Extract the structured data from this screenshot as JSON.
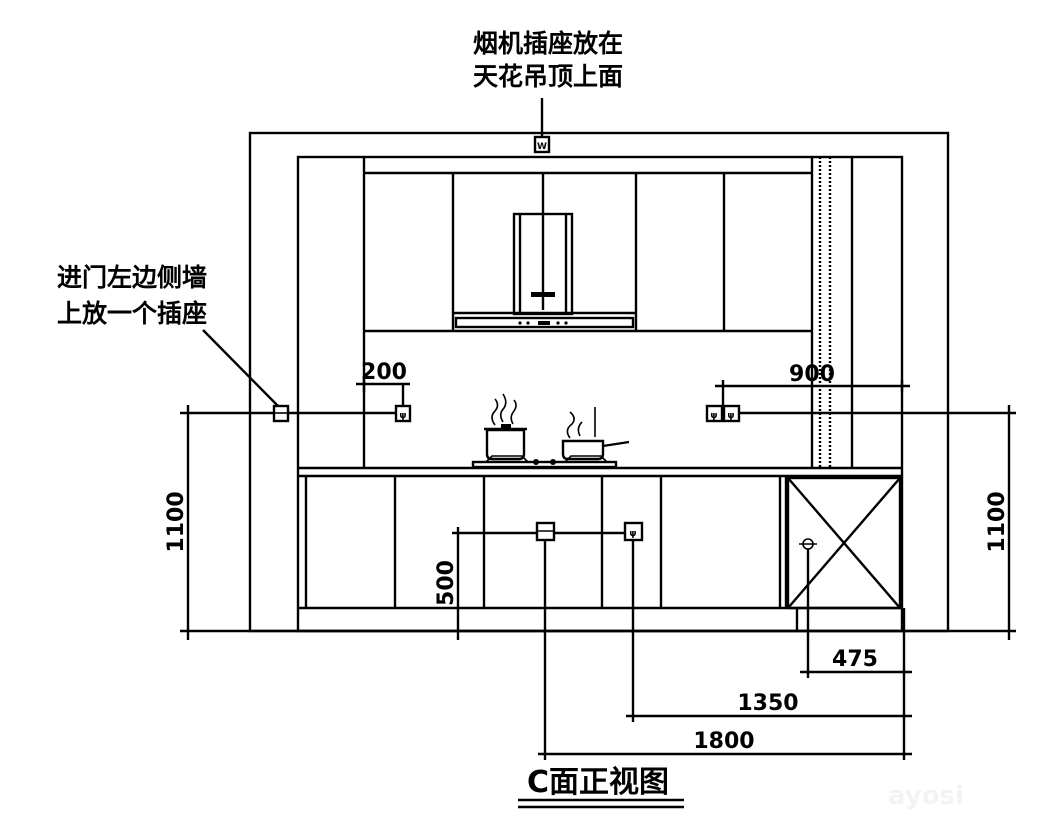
{
  "drawing": {
    "title": "C面正视图",
    "notes": {
      "ceiling_outlet": [
        "烟机插座放在",
        "天花吊顶上面"
      ],
      "left_wall_outlet": [
        "进门左边侧墙",
        "上放一个插座"
      ]
    },
    "dimensions": {
      "left_height": "1100",
      "right_height": "1100",
      "outlet_offset_left": "200",
      "outlet_offset_right": "900",
      "base_outlet_height": "500",
      "sink_center": "475",
      "base_outlet_2": "1350",
      "base_outlet_1": "1800"
    },
    "watermark": "ayosi"
  }
}
